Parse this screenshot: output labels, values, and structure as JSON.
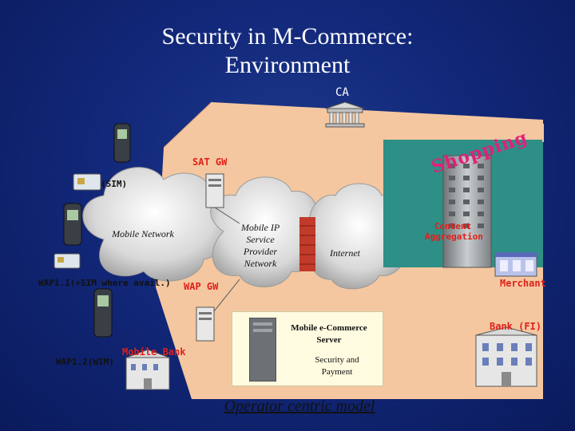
{
  "title_line1": "Security in M-Commerce:",
  "title_line2": "Environment",
  "labels": {
    "ca": "CA",
    "sat_gw": "SAT GW",
    "sim": "(SIM)",
    "mobile_network": "Mobile Network",
    "mobile_ip": "Mobile IP Service Provider Network",
    "internet": "Internet",
    "content_aggregation": "Content Aggregation",
    "wap11": "WAP1.1(+SIM where avail.)",
    "wap_gw": "WAP GW",
    "merchant": "Merchant",
    "mobile_ecommerce_server": "Mobile e-Commerce Server",
    "security_payment": "Security and Payment",
    "bank": "Bank (FI)",
    "mobile_bank": "Mobile Bank",
    "wap12": "WAP1.2(WIM)",
    "shopping": "Shopping",
    "footer": "Operator centric model"
  },
  "colors": {
    "background": "#12287a",
    "zone": "#f4c7a0",
    "red_label": "#e0201a",
    "server_box": "#fffbe0"
  }
}
